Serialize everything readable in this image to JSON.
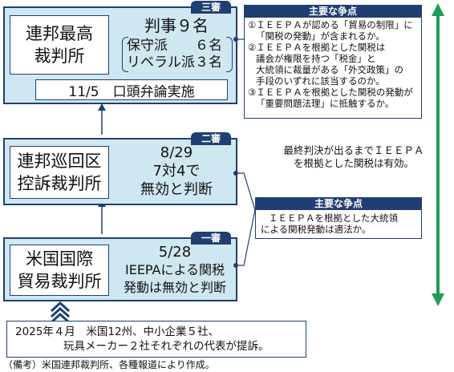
{
  "supreme": {
    "tag": "三審",
    "court_line1": "連邦最高",
    "court_line2": "裁判所",
    "justices": "判事９名",
    "conservative": "保守派　　６名",
    "liberal": "リベラル派３名",
    "hearing": "11/5　口頭弁論実施"
  },
  "appeals": {
    "tag": "二審",
    "court_line1": "連邦巡回区",
    "court_line2": "控訴裁判所",
    "date": "8/29",
    "vote": "7対4で",
    "ruling": "無効と判断"
  },
  "trade": {
    "tag": "一審",
    "court_line1": "米国国際",
    "court_line2": "貿易裁判所",
    "date": "5/28",
    "ruling_line1": "IEEPAによる関税",
    "ruling_line2": "発動は無効と判断"
  },
  "issues_top": {
    "title": "主要な争点",
    "items": [
      "①ＩＥＥＰＡが認める「貿易の制限」に",
      "「関税の発動」が含まれるか。",
      "②ＩＥＥＰＡを根拠とした関税は",
      "議会が権限を持つ「税金」と",
      "大統領に裁量がある「外交政策」の",
      "手段のいずれに該当するのか。",
      "③ＩＥＥＰＡを根拠とした関税の発動が",
      "「重要問題法理」に抵触するか。"
    ]
  },
  "issues_mid": {
    "title": "主要な争点",
    "line1": "ＩＥＥＰＡを根拠とした大統領",
    "line2": "による関税発動は適法か。"
  },
  "side_note": {
    "line1": "最終判決が出るまでＩＥＥＰＡ",
    "line2": "を根拠とした関税は有効。"
  },
  "filing": {
    "line1": "2025年４月　米国12州、中小企業５社、",
    "line2": "玩具メーカー２社それぞれの代表が提訴。"
  },
  "source_note": "（備考）米国連邦裁判所、各種報道により作成。",
  "colors": {
    "navy": "#1f3f72",
    "panel": "#cfe7f1",
    "green": "#1e9c5a"
  }
}
